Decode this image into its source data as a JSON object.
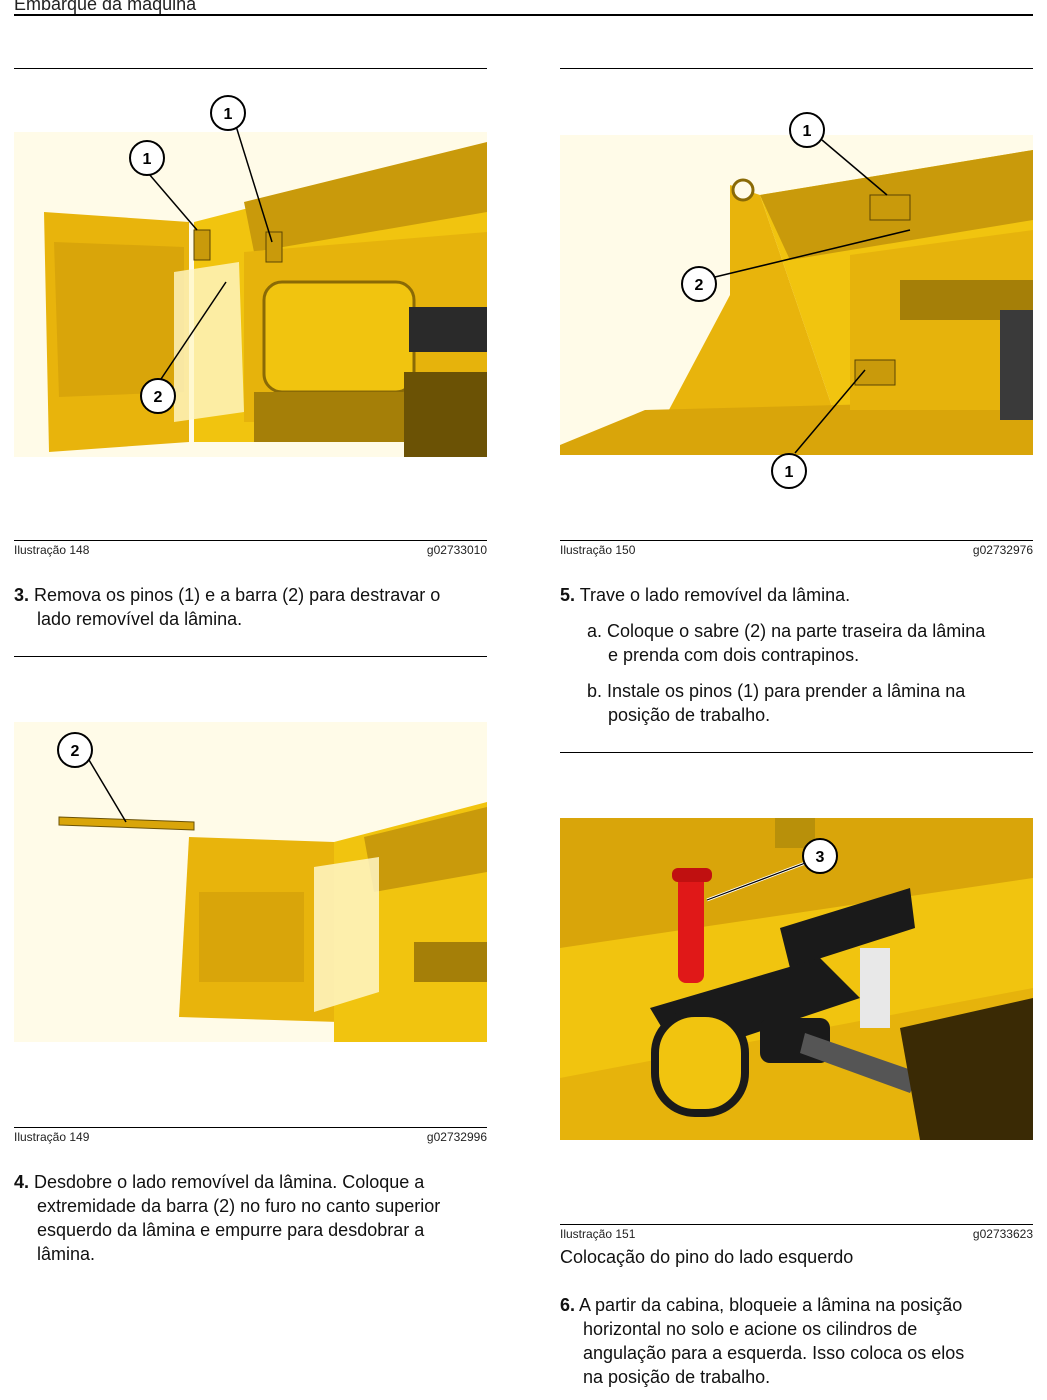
{
  "header": {
    "title": "Embarque da máquina"
  },
  "figures": [
    {
      "label": "Ilustração 148",
      "code": "g02733010",
      "callouts": [
        "1",
        "1",
        "2"
      ]
    },
    {
      "label": "Ilustração 149",
      "code": "g02732996",
      "callouts": [
        "2"
      ]
    },
    {
      "label": "Ilustração 150",
      "code": "g02732976",
      "callouts": [
        "1",
        "2",
        "1"
      ]
    },
    {
      "label": "Ilustração 151",
      "code": "g02733623",
      "callouts": [
        "3"
      ],
      "caption": "Colocação do pino do lado esquerdo"
    }
  ],
  "steps": {
    "s3": {
      "num": "3.",
      "text_line1": "Remova os pinos (1) e a barra (2) para destravar o",
      "text_line2": "lado removível da lâmina."
    },
    "s4": {
      "num": "4.",
      "line1": "Desdobre o lado removível da lâmina. Coloque a",
      "line2": "extremidade da barra (2) no furo no canto superior",
      "line3": "esquerdo da lâmina e empurre para desdobrar a",
      "line4": "lâmina."
    },
    "s5": {
      "num": "5.",
      "text": "Trave o lado removível da lâmina."
    },
    "s5a": {
      "line1": "a. Coloque o sabre (2) na parte traseira da lâmina",
      "line2": "e prenda com dois contrapinos."
    },
    "s5b": {
      "line1": "b. Instale os pinos (1) para prender a lâmina na",
      "line2": "posição de trabalho."
    },
    "s6": {
      "num": "6.",
      "line1": "A partir da cabina, bloqueie a lâmina na posição",
      "line2": "horizontal no solo e acione os cilindros de",
      "line3": "angulação para a esquerda. Isso coloca os elos",
      "line4": "na posição de trabalho."
    }
  },
  "colors": {
    "blade_yellow": "#f1c40f",
    "blade_shadow": "#b8900a",
    "pin_red": "#e01818"
  }
}
